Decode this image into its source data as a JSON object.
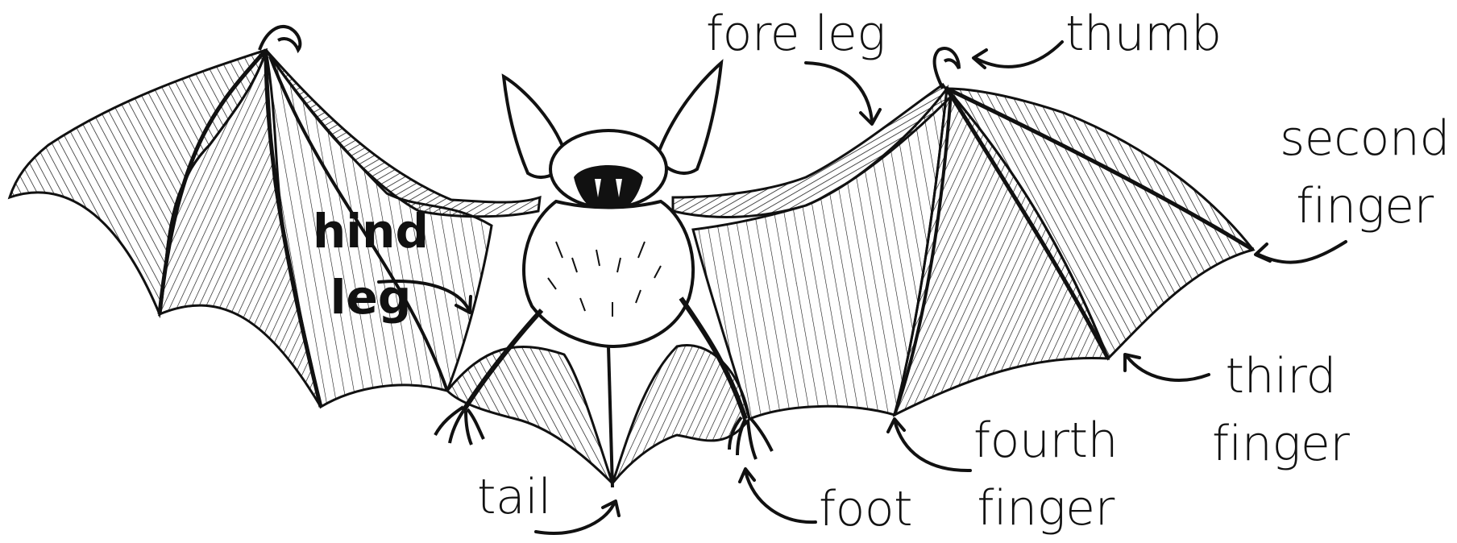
{
  "diagram": {
    "subject": "bat",
    "ink_color": "#111111",
    "background": "#ffffff",
    "labels": {
      "fore_leg": "fore leg",
      "thumb": "thumb",
      "second_finger_1": "second",
      "second_finger_2": "finger",
      "hind_leg_1": "hind",
      "hind_leg_2": "leg",
      "third_finger_1": "third",
      "third_finger_2": "finger",
      "fourth_finger_1": "fourth",
      "fourth_finger_2": "finger",
      "tail": "tail",
      "foot": "foot"
    }
  }
}
